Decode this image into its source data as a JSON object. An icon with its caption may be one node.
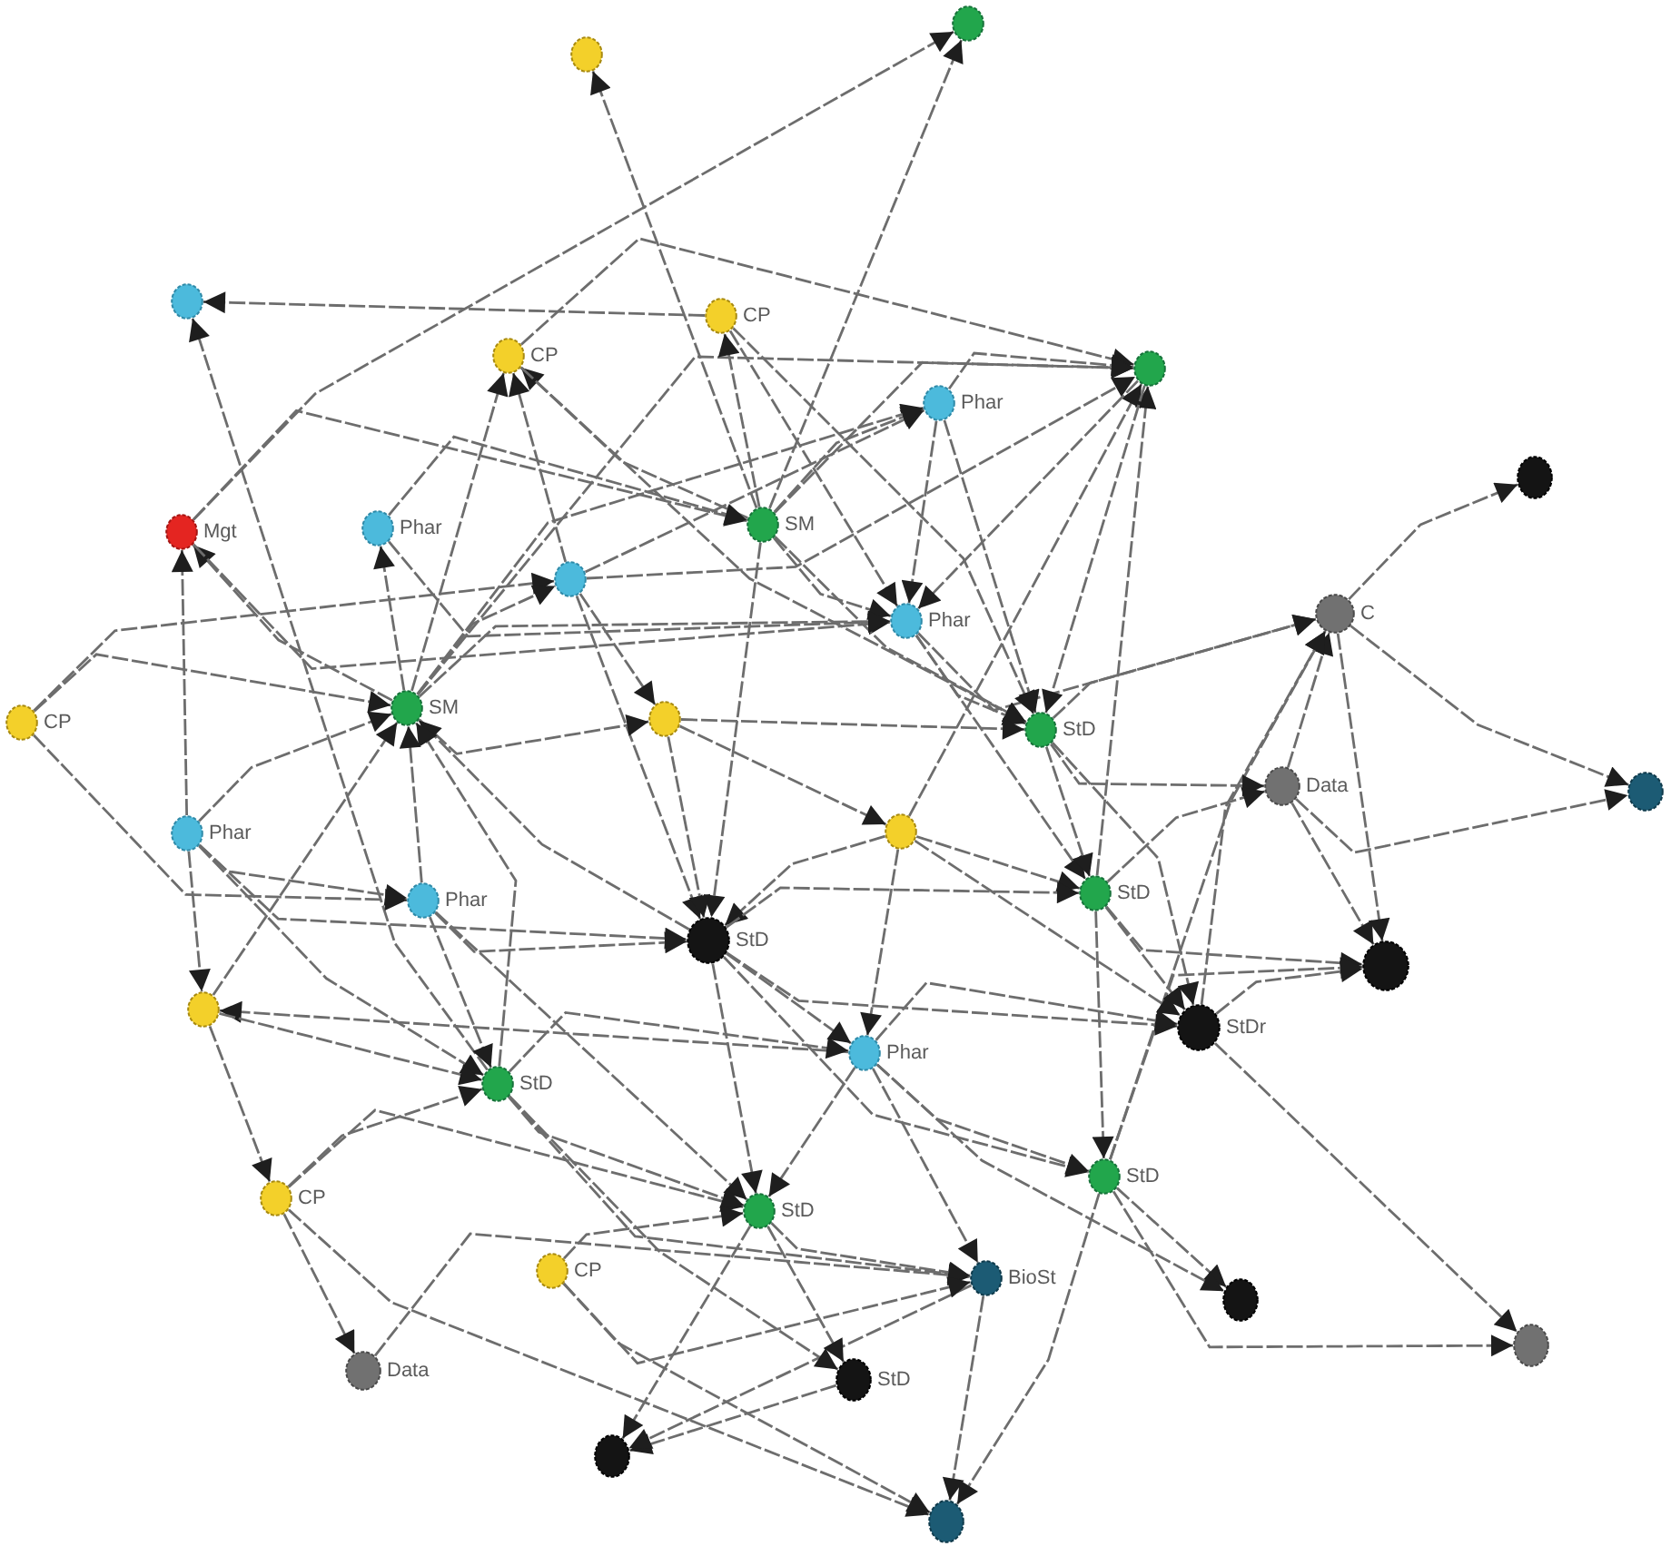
{
  "diagram": {
    "nodes": [
      {
        "text": [],
        "shape": "circle"
      },
      {
        "text": [],
        "shape": "circle"
      },
      {
        "text": [],
        "shape": "circle"
      },
      {
        "text": [
          "CP"
        ]
      },
      {
        "text": [
          "CP"
        ]
      },
      {
        "text": [
          "Phar"
        ]
      },
      {
        "text": [],
        "shape": "circle"
      },
      {
        "text": [],
        "shape": "circle"
      },
      {
        "text": [
          "Mgt"
        ]
      },
      {
        "text": [
          "Phar"
        ]
      },
      {
        "text": [
          "SM"
        ]
      },
      {
        "text": [],
        "shape": "circle"
      },
      {
        "text": [
          "Phar"
        ]
      },
      {
        "text": [
          "C"
        ]
      },
      {
        "text": [
          "CP"
        ]
      },
      {
        "text": [
          "SM"
        ]
      },
      {
        "text": [],
        "shape": "circle"
      },
      {
        "text": [
          "StD"
        ]
      },
      {
        "text": [
          "Data"
        ]
      },
      {
        "text": [],
        "shape": "circle"
      },
      {
        "text": [
          "Phar"
        ]
      },
      {
        "text": [],
        "shape": "circle"
      },
      {
        "text": [
          "Phar"
        ]
      },
      {
        "text": [
          "StD"
        ]
      },
      {
        "text": [
          "StD"
        ]
      },
      {
        "text": [],
        "shape": "circle"
      },
      {
        "text": [],
        "shape": "circle"
      },
      {
        "text": [
          "StDr"
        ]
      },
      {
        "text": [
          "Phar"
        ]
      },
      {
        "text": [
          "StD"
        ]
      },
      {
        "text": [
          "CP"
        ]
      },
      {
        "text": [
          "StD"
        ]
      },
      {
        "text": [
          "StD"
        ]
      },
      {
        "text": [
          "CP"
        ]
      },
      {
        "text": [
          "BioSt"
        ]
      },
      {
        "text": [],
        "shape": "circle"
      },
      {
        "text": [
          "Data"
        ]
      },
      {
        "text": [],
        "shape": "circle"
      },
      {
        "text": [
          "StD"
        ]
      },
      {
        "text": [],
        "shape": "circle"
      },
      {
        "text": [],
        "shape": "circle"
      }
    ],
    "edges": [
      {
        "from": 10,
        "to": 0,
        "arrow": "to"
      },
      {
        "from": 8,
        "to": 1,
        "arrow": "to"
      },
      {
        "from": 10,
        "to": 1,
        "arrow": "to"
      },
      {
        "from": 3,
        "to": 2,
        "arrow": "to"
      },
      {
        "from": 29,
        "to": 2,
        "arrow": "to"
      },
      {
        "from": 4,
        "to": 6,
        "arrow": "to"
      },
      {
        "from": 5,
        "to": 6,
        "arrow": "to"
      },
      {
        "from": 24,
        "to": 6,
        "arrow": "to"
      },
      {
        "from": 21,
        "to": 6,
        "arrow": "to"
      },
      {
        "from": 11,
        "to": 6,
        "arrow": "to"
      },
      {
        "from": 15,
        "to": 6,
        "arrow": "to"
      },
      {
        "from": 10,
        "to": 6,
        "arrow": "to"
      },
      {
        "from": 13,
        "to": 7,
        "arrow": "to"
      },
      {
        "from": 13,
        "to": 19,
        "arrow": "to"
      },
      {
        "from": 18,
        "to": 19,
        "arrow": "to"
      },
      {
        "from": 12,
        "to": 13,
        "arrow": "to"
      },
      {
        "from": 17,
        "to": 13,
        "arrow": "to"
      },
      {
        "from": 18,
        "to": 13,
        "arrow": "to"
      },
      {
        "from": 13,
        "to": 25,
        "arrow": "to"
      },
      {
        "from": 27,
        "to": 13,
        "arrow": "to"
      },
      {
        "from": 31,
        "to": 13,
        "arrow": "to"
      },
      {
        "from": 24,
        "to": 25,
        "arrow": "to"
      },
      {
        "from": 27,
        "to": 25,
        "arrow": "to"
      },
      {
        "from": 31,
        "to": 25,
        "arrow": "to"
      },
      {
        "from": 27,
        "to": 37,
        "arrow": "to"
      },
      {
        "from": 31,
        "to": 37,
        "arrow": "to"
      },
      {
        "from": 31,
        "to": 35,
        "arrow": "to"
      },
      {
        "from": 28,
        "to": 35,
        "arrow": "to"
      },
      {
        "from": 30,
        "to": 40,
        "arrow": "to"
      },
      {
        "from": 34,
        "to": 40,
        "arrow": "to"
      },
      {
        "from": 31,
        "to": 40,
        "arrow": "to"
      },
      {
        "from": 33,
        "to": 40,
        "arrow": "to"
      },
      {
        "from": 32,
        "to": 39,
        "arrow": "to"
      },
      {
        "from": 38,
        "to": 39,
        "arrow": "to"
      },
      {
        "from": 34,
        "to": 39,
        "arrow": "to"
      },
      {
        "from": 32,
        "to": 38,
        "arrow": "to"
      },
      {
        "from": 29,
        "to": 38,
        "arrow": "to"
      },
      {
        "from": 30,
        "to": 36,
        "arrow": "to"
      },
      {
        "from": 36,
        "to": 34,
        "arrow": "to"
      },
      {
        "from": 26,
        "to": 30,
        "arrow": "to"
      },
      {
        "from": 30,
        "to": 32,
        "arrow": "to"
      },
      {
        "from": 30,
        "to": 29,
        "arrow": "to"
      },
      {
        "from": 20,
        "to": 26,
        "arrow": "to"
      },
      {
        "from": 28,
        "to": 26,
        "arrow": "to"
      },
      {
        "from": 14,
        "to": 15,
        "arrow": "to"
      },
      {
        "from": 14,
        "to": 11,
        "arrow": "to"
      },
      {
        "from": 14,
        "to": 22,
        "arrow": "to"
      },
      {
        "from": 20,
        "to": 8,
        "arrow": "to"
      },
      {
        "from": 15,
        "to": 8,
        "arrow": "to"
      },
      {
        "from": 8,
        "to": 10,
        "arrow": "to"
      },
      {
        "from": 15,
        "to": 9,
        "arrow": "to"
      },
      {
        "from": 15,
        "to": 11,
        "arrow": "to"
      },
      {
        "from": 15,
        "to": 4,
        "arrow": "to"
      },
      {
        "from": 11,
        "to": 4,
        "arrow": "to"
      },
      {
        "from": 10,
        "to": 4,
        "arrow": "to"
      },
      {
        "from": 10,
        "to": 3,
        "arrow": "to"
      },
      {
        "from": 9,
        "to": 10,
        "arrow": "to"
      },
      {
        "from": 8,
        "to": 12,
        "arrow": "to"
      },
      {
        "from": 4,
        "to": 17,
        "arrow": "to"
      },
      {
        "from": 3,
        "to": 12,
        "arrow": "to"
      },
      {
        "from": 3,
        "to": 17,
        "arrow": "to"
      },
      {
        "from": 5,
        "to": 12,
        "arrow": "to"
      },
      {
        "from": 5,
        "to": 17,
        "arrow": "to"
      },
      {
        "from": 6,
        "to": 17,
        "arrow": "to"
      },
      {
        "from": 6,
        "to": 12,
        "arrow": "to"
      },
      {
        "from": 10,
        "to": 12,
        "arrow": "to"
      },
      {
        "from": 10,
        "to": 17,
        "arrow": "to"
      },
      {
        "from": 10,
        "to": 23,
        "arrow": "to"
      },
      {
        "from": 11,
        "to": 16,
        "arrow": "to"
      },
      {
        "from": 11,
        "to": 23,
        "arrow": "to"
      },
      {
        "from": 12,
        "to": 17,
        "arrow": "to"
      },
      {
        "from": 12,
        "to": 24,
        "arrow": "to"
      },
      {
        "from": 15,
        "to": 16,
        "arrow": "to"
      },
      {
        "from": 16,
        "to": 17,
        "arrow": "to"
      },
      {
        "from": 23,
        "to": 15,
        "arrow": "to"
      },
      {
        "from": 22,
        "to": 15,
        "arrow": "to"
      },
      {
        "from": 29,
        "to": 15,
        "arrow": "to"
      },
      {
        "from": 16,
        "to": 23,
        "arrow": "to"
      },
      {
        "from": 16,
        "to": 21,
        "arrow": "to"
      },
      {
        "from": 17,
        "to": 24,
        "arrow": "to"
      },
      {
        "from": 17,
        "to": 18,
        "arrow": "to"
      },
      {
        "from": 17,
        "to": 27,
        "arrow": "to"
      },
      {
        "from": 24,
        "to": 18,
        "arrow": "to"
      },
      {
        "from": 18,
        "to": 25,
        "arrow": "to"
      },
      {
        "from": 20,
        "to": 22,
        "arrow": "to"
      },
      {
        "from": 20,
        "to": 23,
        "arrow": "to"
      },
      {
        "from": 20,
        "to": 29,
        "arrow": "to"
      },
      {
        "from": 21,
        "to": 24,
        "arrow": "to"
      },
      {
        "from": 21,
        "to": 23,
        "arrow": "to"
      },
      {
        "from": 21,
        "to": 27,
        "arrow": "to"
      },
      {
        "from": 21,
        "to": 28,
        "arrow": "to"
      },
      {
        "from": 22,
        "to": 23,
        "arrow": "to"
      },
      {
        "from": 22,
        "to": 29,
        "arrow": "to"
      },
      {
        "from": 22,
        "to": 32,
        "arrow": "to"
      },
      {
        "from": 23,
        "to": 24,
        "arrow": "to"
      },
      {
        "from": 23,
        "to": 27,
        "arrow": "to"
      },
      {
        "from": 23,
        "to": 28,
        "arrow": "to"
      },
      {
        "from": 23,
        "to": 31,
        "arrow": "to"
      },
      {
        "from": 23,
        "to": 32,
        "arrow": "to"
      },
      {
        "from": 24,
        "to": 27,
        "arrow": "to"
      },
      {
        "from": 24,
        "to": 31,
        "arrow": "to"
      },
      {
        "from": 26,
        "to": 29,
        "arrow": "to"
      },
      {
        "from": 28,
        "to": 27,
        "arrow": "to"
      },
      {
        "from": 28,
        "to": 32,
        "arrow": "to"
      },
      {
        "from": 28,
        "to": 31,
        "arrow": "to"
      },
      {
        "from": 29,
        "to": 32,
        "arrow": "to"
      },
      {
        "from": 29,
        "to": 28,
        "arrow": "to"
      },
      {
        "from": 29,
        "to": 34,
        "arrow": "to"
      },
      {
        "from": 32,
        "to": 34,
        "arrow": "to"
      },
      {
        "from": 33,
        "to": 32,
        "arrow": "to"
      },
      {
        "from": 33,
        "to": 34,
        "arrow": "to"
      },
      {
        "from": 11,
        "to": 5,
        "arrow": "to"
      },
      {
        "from": 10,
        "to": 5,
        "arrow": "to"
      },
      {
        "from": 15,
        "to": 5,
        "arrow": "to"
      },
      {
        "from": 9,
        "to": 12,
        "arrow": "to"
      },
      {
        "from": 15,
        "to": 12,
        "arrow": "to"
      },
      {
        "from": 28,
        "to": 34,
        "arrow": "to"
      },
      {
        "from": 20,
        "to": 15,
        "arrow": "to"
      },
      {
        "from": 26,
        "to": 15,
        "arrow": "to"
      }
    ]
  }
}
